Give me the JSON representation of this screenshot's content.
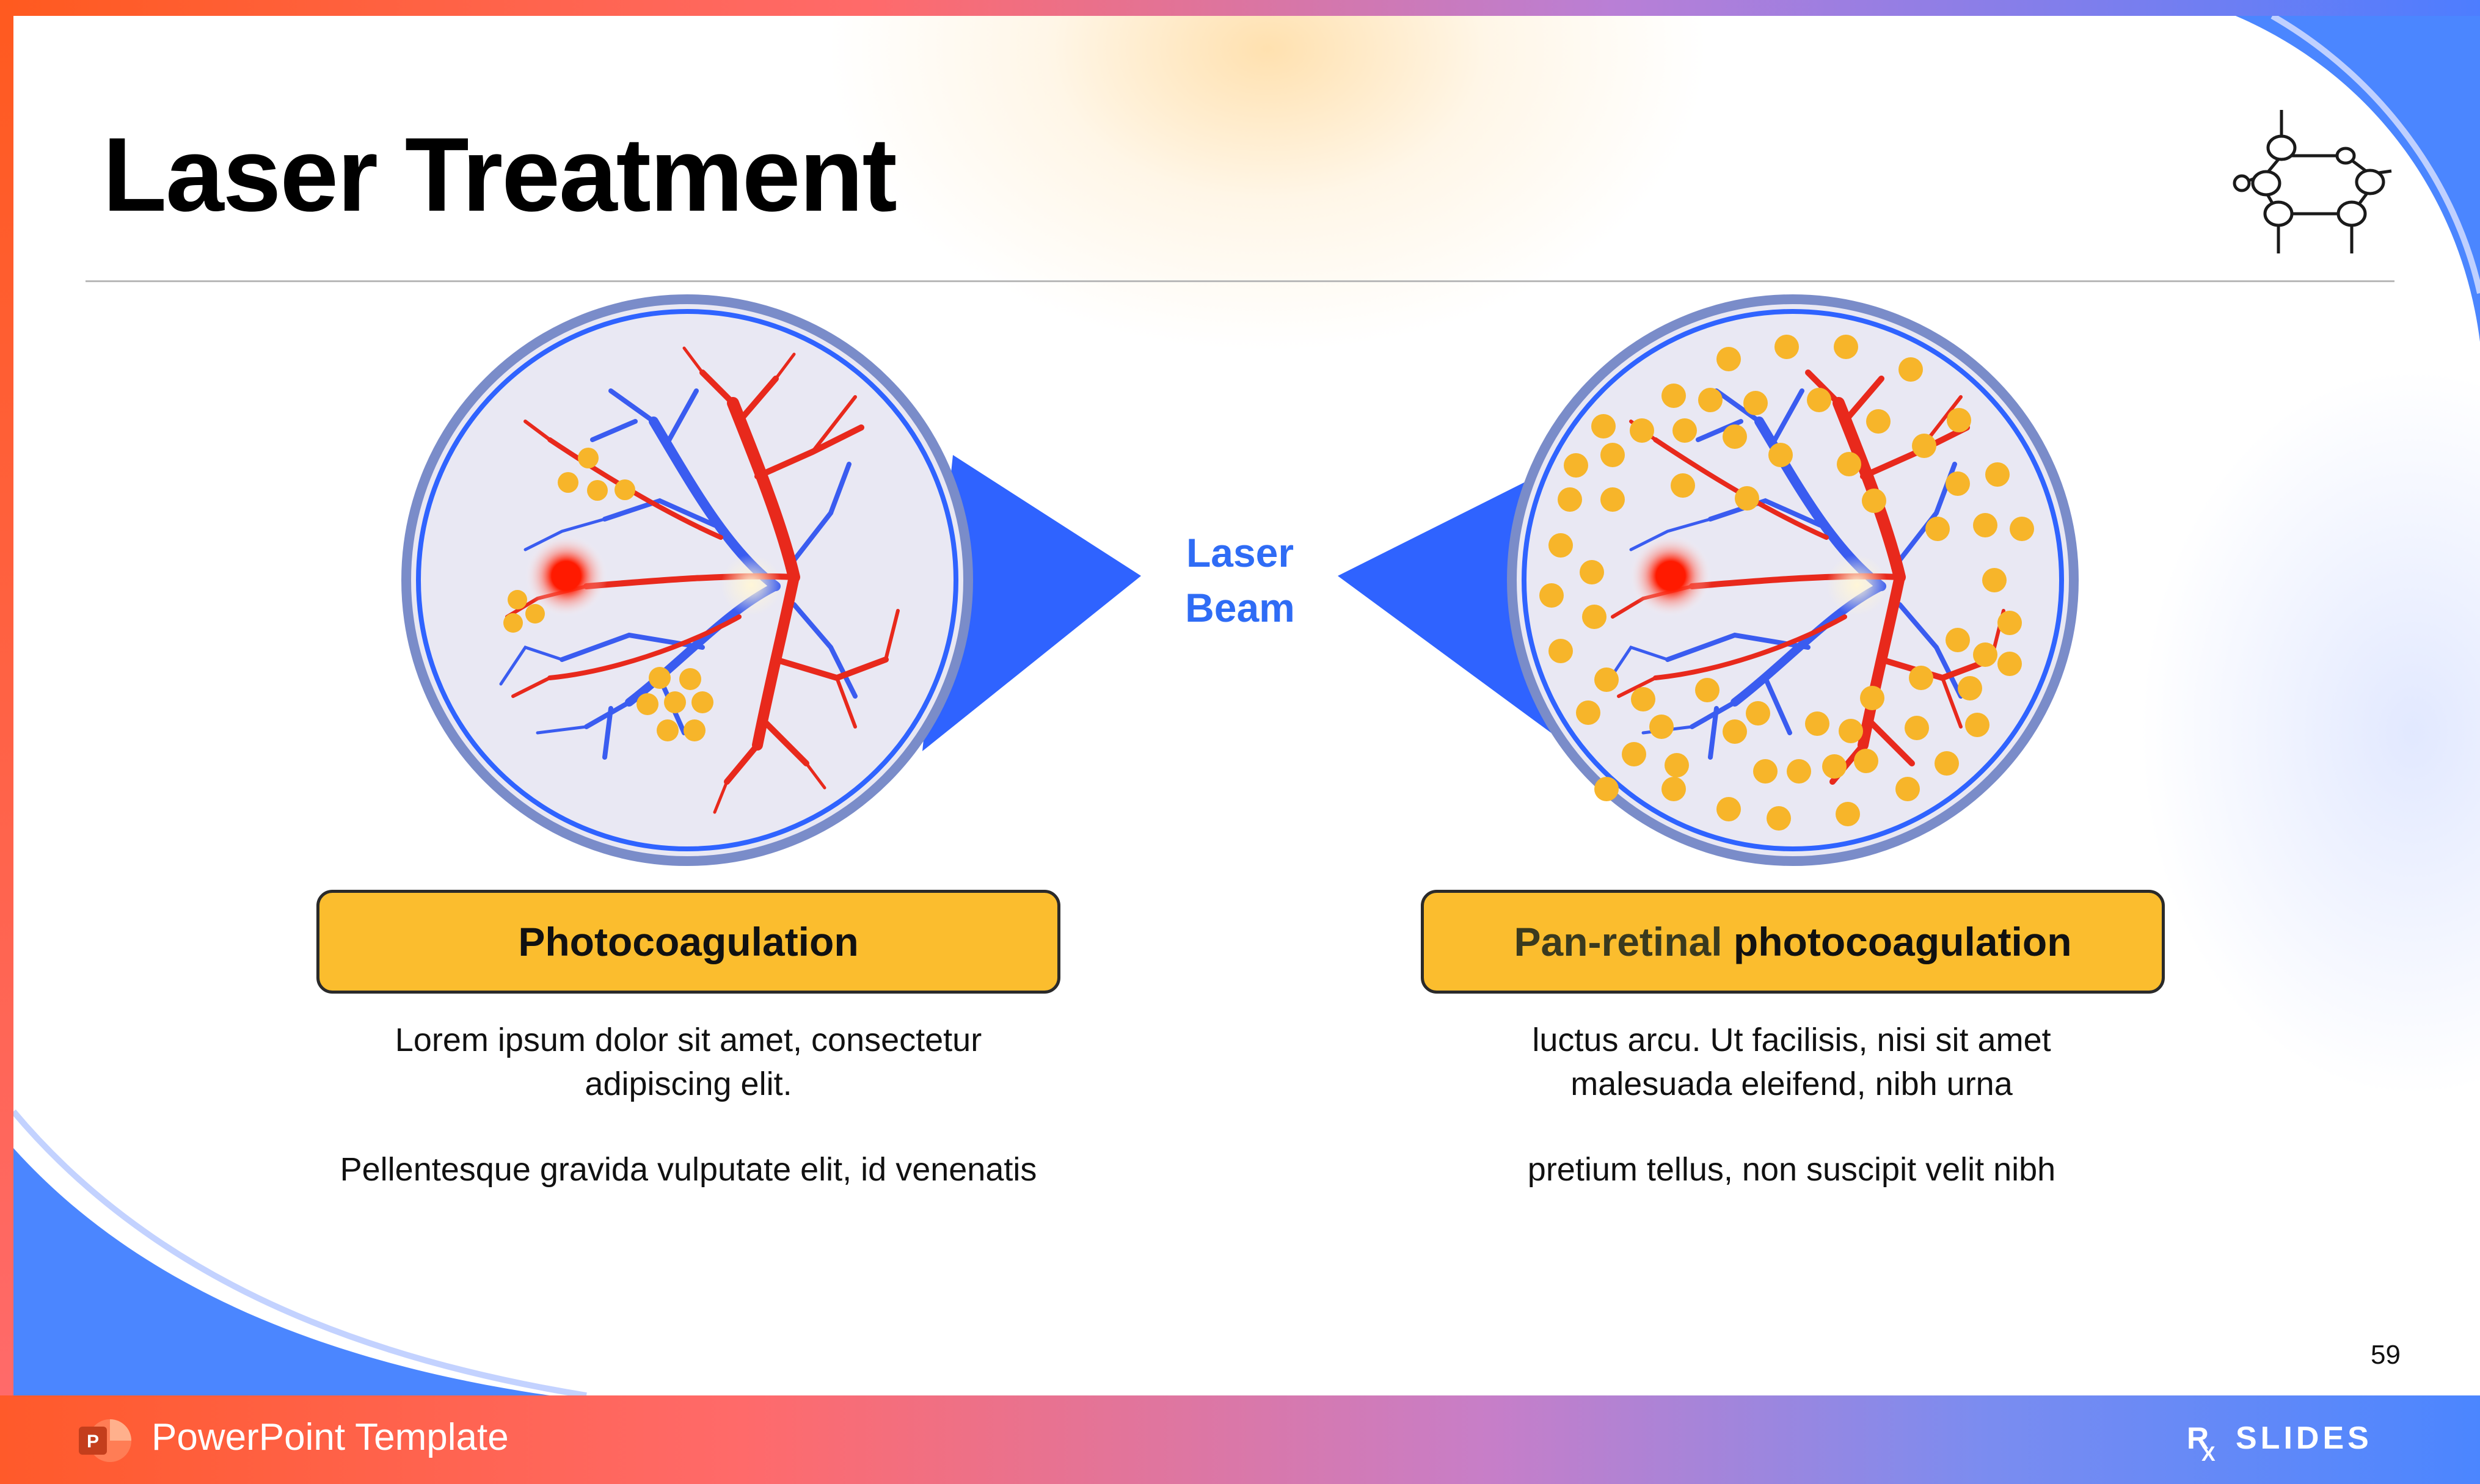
{
  "slide": {
    "title": "Laser Treatment",
    "page_number": "59"
  },
  "center": {
    "laser_line1": "Laser",
    "laser_line2": "Beam"
  },
  "panels": {
    "left": {
      "label": "Photocoagulation",
      "text1_line1": "Lorem ipsum dolor sit amet, consectetur",
      "text1_line2": "adipiscing elit.",
      "text2": "Pellentesque gravida vulputate elit, id venenatis"
    },
    "right": {
      "label_part1": "Pan-retinal",
      "label_part2": "photocoagulation",
      "text1_line1": "luctus arcu. Ut facilisis, nisi sit amet",
      "text1_line2": "malesuada eleifend, nibh urna",
      "text2": "pretium tellus, non suscipit velit nibh"
    }
  },
  "footer": {
    "label": "PowerPoint Template",
    "brand": "RX SLIDES"
  },
  "colors": {
    "accent_blue": "#2f6cf5",
    "label_box": "#fbbd2e",
    "vessel_red": "#e8291c",
    "vessel_blue": "#3a5cf0",
    "laser_spot": "#f7b52a"
  },
  "icons": {
    "molecule": "molecule-icon",
    "powerpoint": "powerpoint-icon"
  }
}
